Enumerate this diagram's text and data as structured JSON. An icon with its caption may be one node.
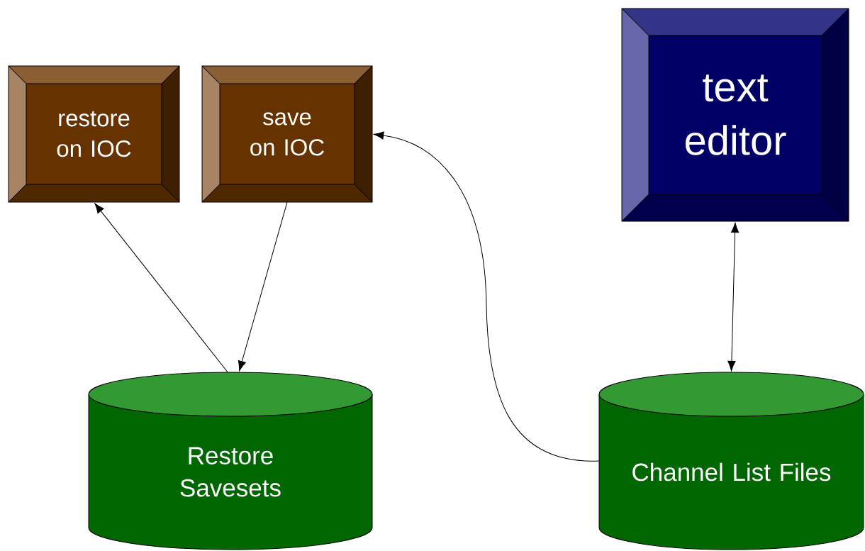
{
  "diagram": {
    "nodes": [
      {
        "text": [
          "restore on IOC"
        ]
      },
      {
        "text": [
          "save on IOC"
        ]
      },
      {
        "text": [
          "text editor"
        ]
      },
      {
        "text": [
          "Restore Savesets"
        ]
      },
      {
        "text": [
          "Channel List Files"
        ]
      }
    ],
    "edges": [
      {
        "from": 3,
        "to": 0,
        "arrow": "to"
      },
      {
        "from": 1,
        "to": 3,
        "arrow": "to"
      },
      {
        "from": 4,
        "to": 1,
        "arrow": "to"
      },
      {
        "from": 2,
        "to": 4,
        "arrow": "both"
      }
    ]
  }
}
